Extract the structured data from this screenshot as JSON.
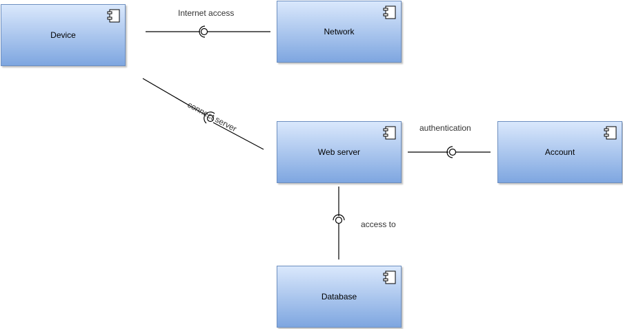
{
  "components": {
    "device": "Device",
    "network": "Network",
    "web_server": "Web server",
    "account": "Account",
    "database": "Database"
  },
  "connectors": {
    "internet_access": "Internet access",
    "connect_server": "connect server",
    "authentication": "authentication",
    "access_to": "access to"
  }
}
